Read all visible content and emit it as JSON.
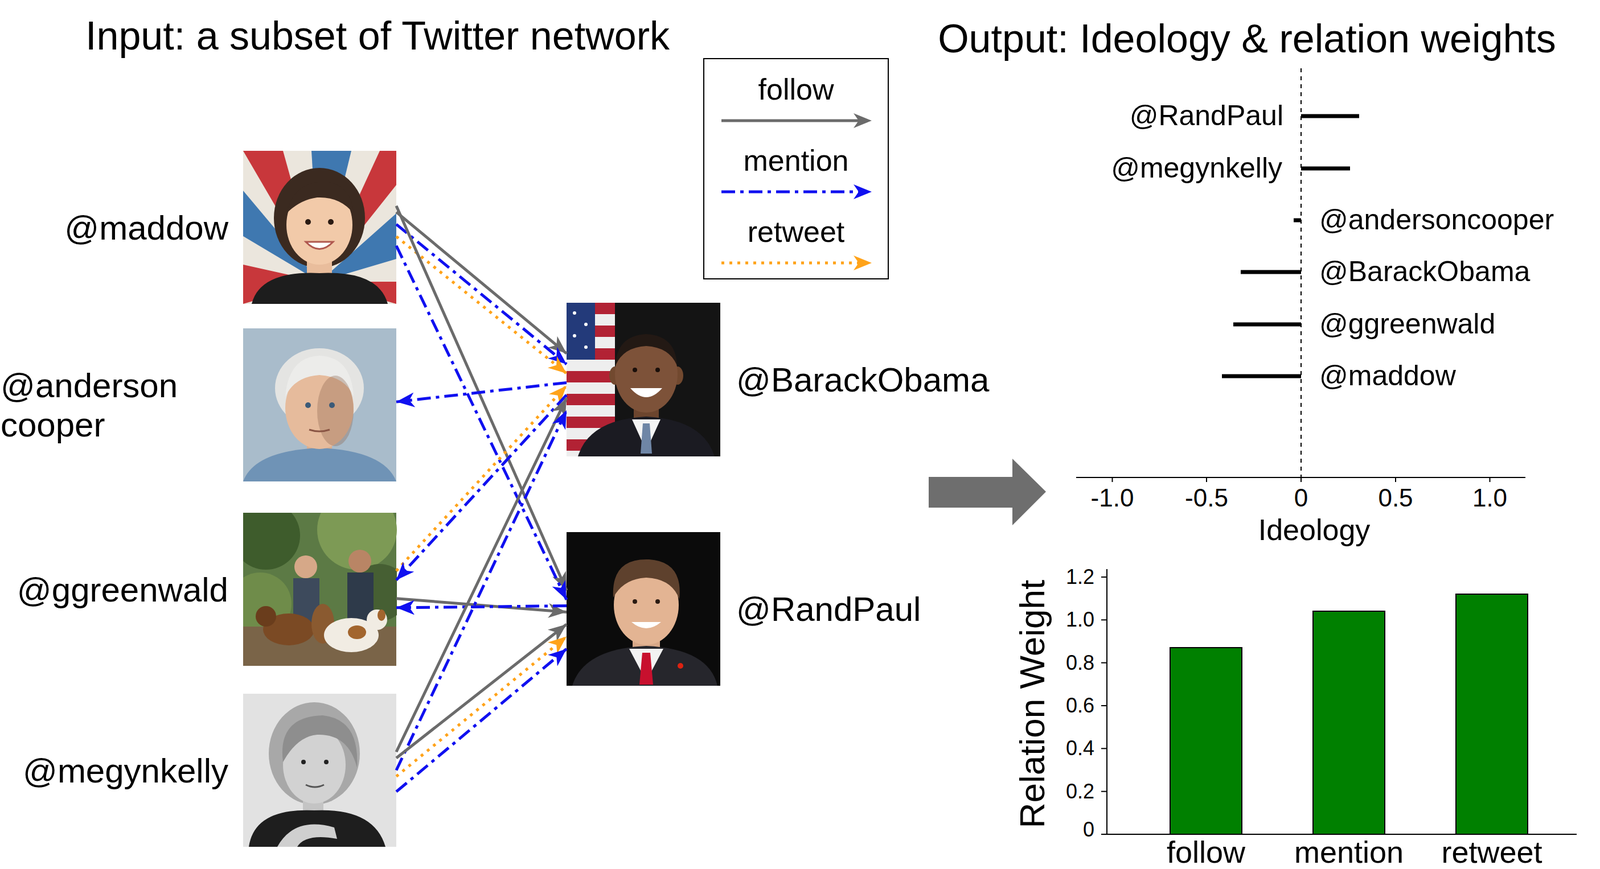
{
  "diagram": {
    "nodes": [
      {
        "text": [
          "@maddow"
        ]
      },
      {
        "text": [
          "@anderson cooper"
        ]
      },
      {
        "text": [
          "@ggreenwald"
        ]
      },
      {
        "text": [
          "@megynkelly"
        ]
      },
      {
        "text": [
          "@BarackObama"
        ]
      },
      {
        "text": [
          "@RandPaul"
        ]
      }
    ],
    "edges": [
      {
        "from": 0,
        "to": 4,
        "arrow": "to"
      },
      {
        "from": 0,
        "to": 4,
        "arrow": "to"
      },
      {
        "from": 0,
        "to": 4,
        "arrow": "to"
      },
      {
        "from": 0,
        "to": 5,
        "arrow": "to"
      },
      {
        "from": 0,
        "to": 5,
        "arrow": "to"
      },
      {
        "from": 4,
        "to": 1,
        "arrow": "to"
      },
      {
        "from": 2,
        "to": 4,
        "arrow": "to"
      },
      {
        "from": 4,
        "to": 2,
        "arrow": "to"
      },
      {
        "from": 2,
        "to": 5,
        "arrow": "to"
      },
      {
        "from": 5,
        "to": 2,
        "arrow": "to"
      },
      {
        "from": 3,
        "to": 4,
        "arrow": "to"
      },
      {
        "from": 3,
        "to": 4,
        "arrow": "to"
      },
      {
        "from": 3,
        "to": 5,
        "arrow": "to"
      },
      {
        "from": 3,
        "to": 5,
        "arrow": "to"
      },
      {
        "from": 3,
        "to": 5,
        "arrow": "to"
      }
    ],
    "labels": [
      "Input: a subset of Twitter network",
      "Output: Ideology & relation weights",
      "@RandPaul",
      "@megynkelly",
      "@andersoncooper",
      "@BarackObama",
      "@ggreenwald",
      "@maddow",
      "-1.0",
      "-0.5",
      "0",
      "0.5",
      "1.0",
      "Ideology",
      "Relation Weight",
      "1.2",
      "1.0",
      "0.8",
      "0.6",
      "0.4",
      "0.2",
      "0",
      "follow",
      "mention",
      "retweet"
    ],
    "legend": [
      {
        "text": "follow"
      },
      {
        "text": "mention"
      },
      {
        "text": "retweet"
      }
    ]
  }
}
